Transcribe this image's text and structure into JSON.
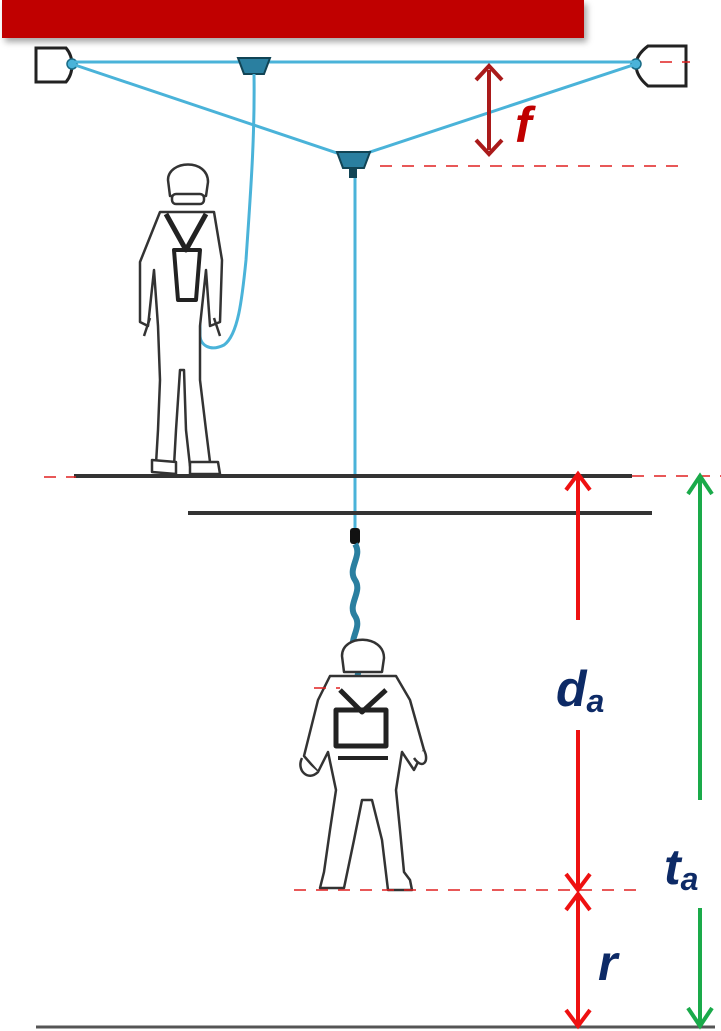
{
  "labels": {
    "f": "f",
    "d_main": "d",
    "d_sub": "a",
    "t_main": "t",
    "t_sub": "a",
    "r": "r"
  },
  "colors": {
    "banner": "#c00000",
    "rope": "#4ab3d9",
    "red_arrow": "#ee1111",
    "dark_red_arrow": "#aa1a1a",
    "green_arrow": "#1aaa4a",
    "label_navy": "#0d2a66",
    "label_red": "#c00000",
    "dashed_line": "#e02020",
    "figure_line": "#333333"
  },
  "icons": [
    "anchor-post-left-icon",
    "anchor-post-right-icon",
    "harness-connector-icon",
    "worker-standing-icon",
    "worker-fallen-icon"
  ]
}
